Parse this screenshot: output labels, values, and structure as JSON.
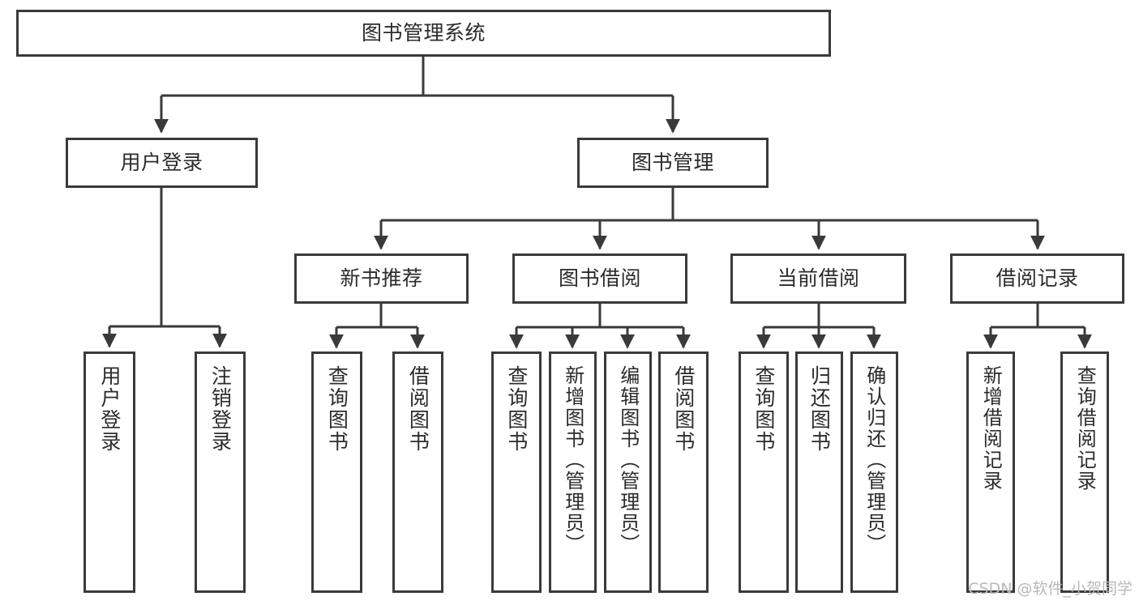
{
  "diagram": {
    "title": "图书管理系统",
    "type": "tree-hierarchy-chart",
    "root": {
      "label": "图书管理系统"
    },
    "level2": [
      {
        "label": "用户登录"
      },
      {
        "label": "图书管理"
      }
    ],
    "level3": [
      {
        "label": "新书推荐"
      },
      {
        "label": "图书借阅"
      },
      {
        "label": "当前借阅"
      },
      {
        "label": "借阅记录"
      }
    ],
    "leaves": {
      "user_login": [
        {
          "label": "用户登录"
        },
        {
          "label": "注销登录"
        }
      ],
      "new_book_recommend": [
        {
          "label": "查询图书"
        },
        {
          "label": "借阅图书"
        }
      ],
      "book_borrow": [
        {
          "label": "查询图书"
        },
        {
          "label": "新增图书（管理员）"
        },
        {
          "label": "编辑图书（管理员）"
        },
        {
          "label": "借阅图书"
        }
      ],
      "current_borrow": [
        {
          "label": "查询图书"
        },
        {
          "label": "归还图书"
        },
        {
          "label": "确认归还（管理员）"
        }
      ],
      "borrow_record": [
        {
          "label": "新增借阅记录"
        },
        {
          "label": "查询借阅记录"
        }
      ]
    }
  },
  "watermark": {
    "text": "CSDN @软件_小贺同学"
  },
  "colors": {
    "border": "#3a3a3a",
    "text": "#2b2b2b",
    "background": "#ffffff",
    "edge": "#3a3a3a",
    "watermark": "#b9b9b9"
  }
}
